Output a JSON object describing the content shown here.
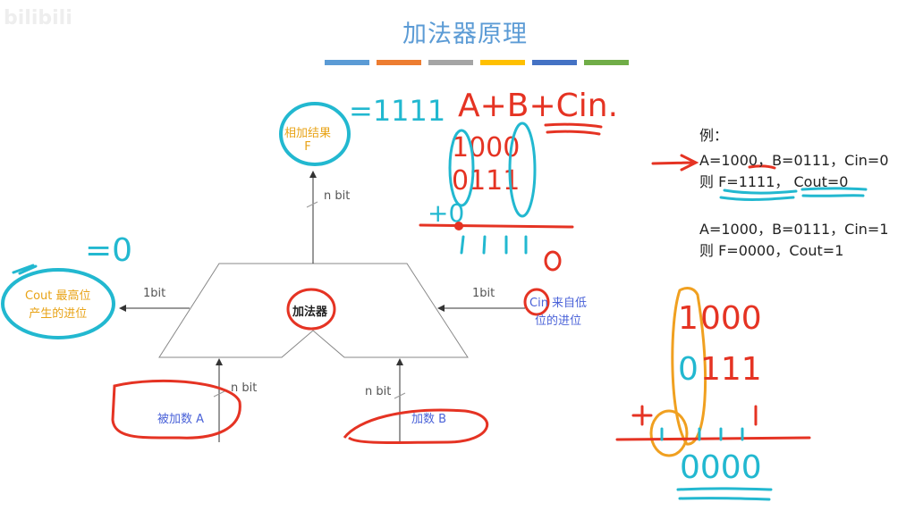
{
  "watermark": "bilibili",
  "title": "加法器原理",
  "title_bar_colors": [
    "#5b9bd5",
    "#ed7d31",
    "#a5a5a5",
    "#ffc000",
    "#4472c4",
    "#70ad47"
  ],
  "diagram": {
    "adder_label": "加法器",
    "result_label_1": "相加结果",
    "result_label_2": "F",
    "cout_label_1": "Cout 最高位",
    "cout_label_2": "产生的进位",
    "cin_label_1": "Cin 来自低",
    "cin_label_2": "位的进位",
    "addend_a": "被加数 A",
    "addend_b": "加数 B",
    "nbit_out": "n bit",
    "nbit_a": "n bit",
    "nbit_b": "n bit",
    "onebit_cout": "1bit",
    "onebit_cin": "1bit"
  },
  "example": {
    "heading": "例：",
    "line1": "A=1000，B=0111，Cin=0",
    "line2": "则 F=1111，  Cout=0",
    "line3": "A=1000，B=0111，Cin=1",
    "line4": "则 F=0000，Cout=1"
  },
  "handwriting": {
    "formula": "A+B+Cin.",
    "result_note": "=1111",
    "cout_note": "=0",
    "colors": {
      "red": "#e53323",
      "cyan": "#22b8d0",
      "orange": "#f0a020"
    }
  }
}
